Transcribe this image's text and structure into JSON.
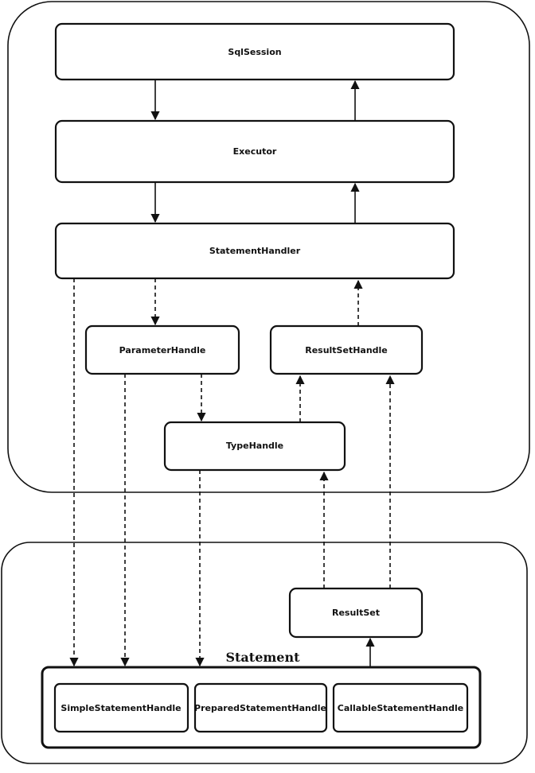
{
  "nodes": {
    "sqlsession": "SqlSession",
    "executor": "Executor",
    "statementhandler": "StatementHandler",
    "parameterhandle": "ParameterHandle",
    "resultsethandle": "ResultSetHandle",
    "typehandle": "TypeHandle",
    "resultset": "ResultSet",
    "simplestatementhandle": "SimpleStatementHandle",
    "preparedstatementhandle": "PreparedStatementHandle",
    "callablestatementhandle": "CallableStatementHandle"
  },
  "groups": {
    "statement_label": "Statement"
  },
  "edges": [
    {
      "from": "sqlsession",
      "to": "executor",
      "style": "solid"
    },
    {
      "from": "executor",
      "to": "sqlsession",
      "style": "solid"
    },
    {
      "from": "executor",
      "to": "statementhandler",
      "style": "solid"
    },
    {
      "from": "statementhandler",
      "to": "executor",
      "style": "solid"
    },
    {
      "from": "statementhandler",
      "to": "parameterhandle",
      "style": "dashed"
    },
    {
      "from": "resultsethandle",
      "to": "statementhandler",
      "style": "dashed"
    },
    {
      "from": "parameterhandle",
      "to": "typehandle",
      "style": "dashed"
    },
    {
      "from": "typehandle",
      "to": "resultsethandle",
      "style": "dashed"
    },
    {
      "from": "statementhandler",
      "to": "statement",
      "style": "dashed"
    },
    {
      "from": "parameterhandle",
      "to": "statement",
      "style": "dashed"
    },
    {
      "from": "typehandle",
      "to": "statement",
      "style": "dashed"
    },
    {
      "from": "resultset",
      "to": "typehandle",
      "style": "dashed"
    },
    {
      "from": "resultset",
      "to": "resultsethandle",
      "style": "dashed"
    },
    {
      "from": "statement",
      "to": "resultset",
      "style": "solid"
    }
  ]
}
